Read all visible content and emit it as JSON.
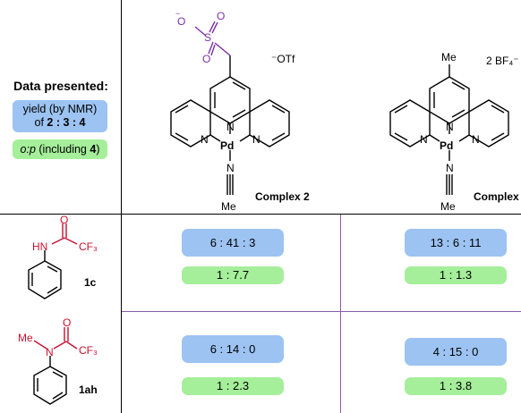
{
  "legend": {
    "title": "Data presented:",
    "yield_line1": "yield (by NMR)",
    "yield_line2_prefix": "of ",
    "yield_line2_bold": "2 : 3 : 4",
    "op_italic": "o:p",
    "op_text": " (including ",
    "op_bold": "4",
    "op_close": ")"
  },
  "complexes": [
    {
      "label": "Complex 2",
      "counterion": "⁻OTf",
      "substituent_atoms": [
        "O",
        "O",
        "O",
        "S"
      ],
      "metal": "Pd",
      "ligand_atoms": [
        "N",
        "N",
        "N",
        "N"
      ],
      "ligand_group": "Me"
    },
    {
      "label": "Complex",
      "counterion": "2 BF₄⁻",
      "substituent": "Me",
      "metal": "Pd",
      "ligand_atoms": [
        "N",
        "N",
        "N",
        "N"
      ],
      "ligand_group": "Me"
    }
  ],
  "substrates": [
    {
      "label": "1c",
      "atoms": [
        "O",
        "HN",
        "CF₃"
      ]
    },
    {
      "label": "1ah",
      "atoms": [
        "O",
        "Me",
        "N",
        "CF₃"
      ]
    }
  ],
  "results": [
    [
      {
        "yield": "6 : 41 : 3",
        "op": "1 : 7.7"
      },
      {
        "yield": "13 : 6 : 11",
        "op": "1 : 1.3"
      }
    ],
    [
      {
        "yield": "6 : 14 : 0",
        "op": "1 : 2.3"
      },
      {
        "yield": "4 : 15 : 0",
        "op": "1 : 3.8"
      }
    ]
  ],
  "colors": {
    "yield_box": "#9cc3f2",
    "op_box": "#a5ee9a",
    "substrate": "#c8102e",
    "sulfonate": "#7b2fa8",
    "row_divider": "#8b5ca8"
  }
}
